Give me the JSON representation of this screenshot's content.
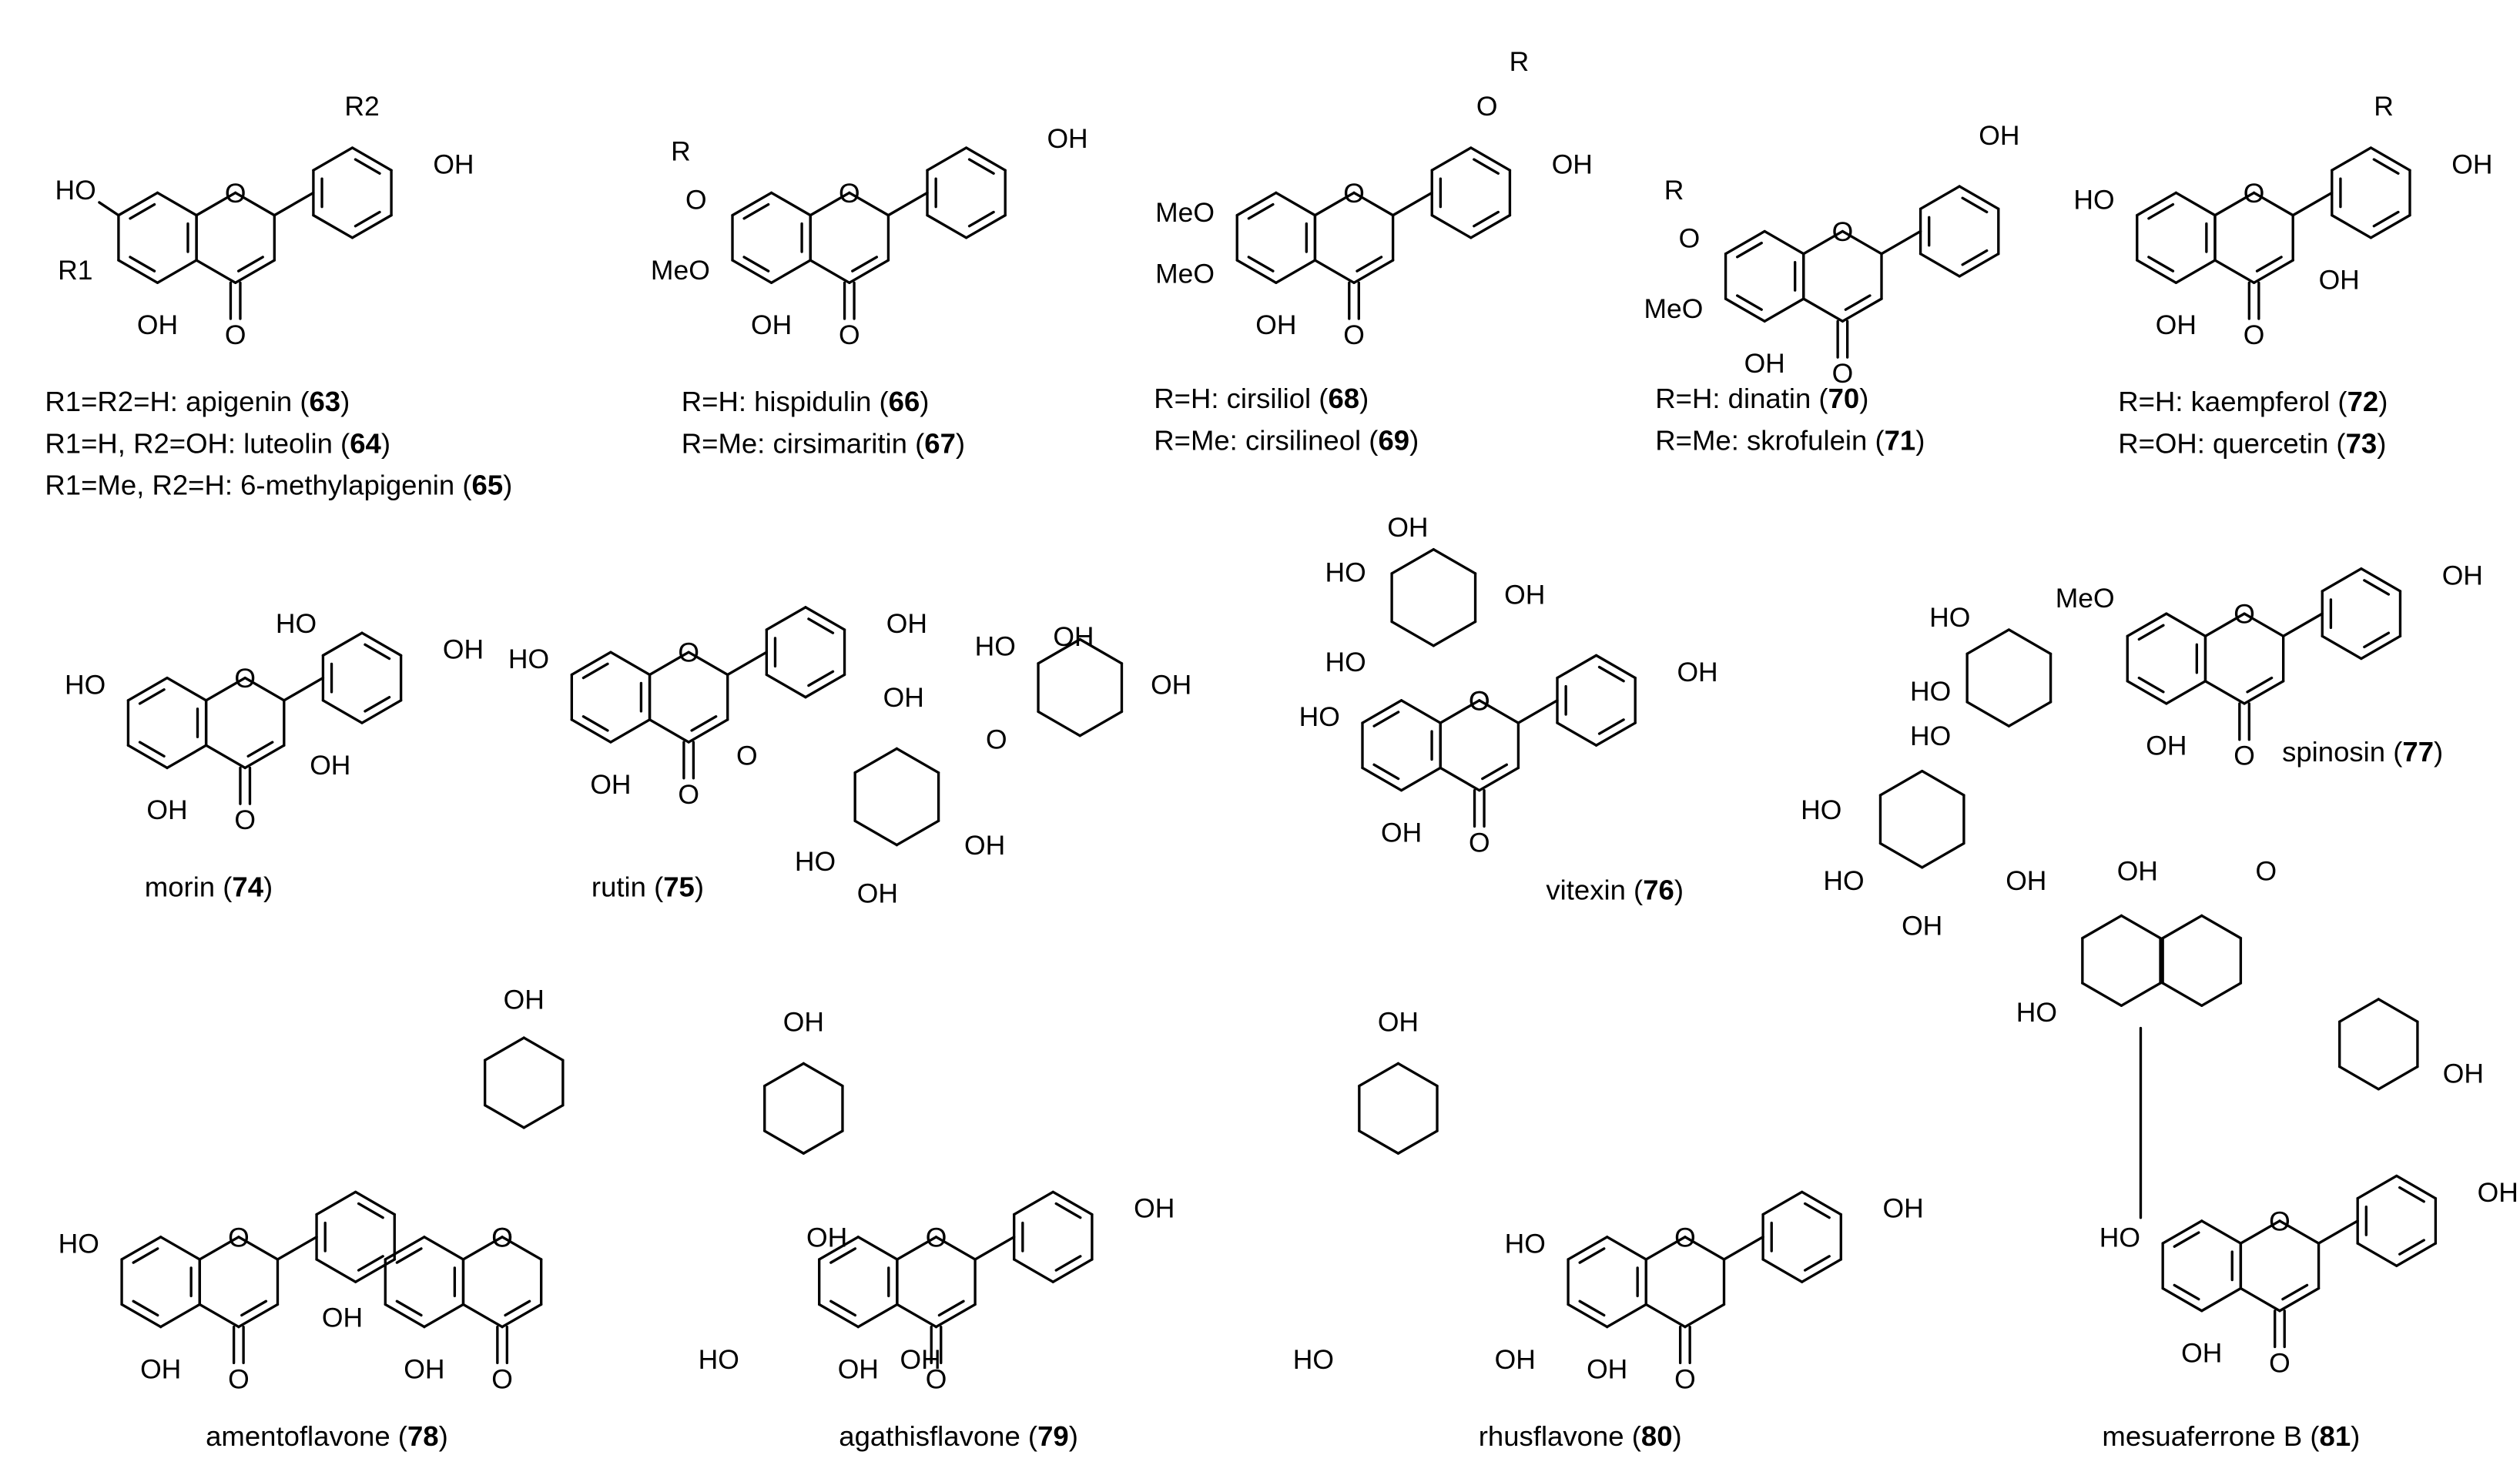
{
  "captions": {
    "c63": {
      "pre": "R1=R2=H:  apigenin (",
      "num": "63",
      "post": ")"
    },
    "c64": {
      "pre": "R1=H, R2=OH:  luteolin (",
      "num": "64",
      "post": ")"
    },
    "c65": {
      "pre": "R1=Me, R2=H:  6-methylapigenin (",
      "num": "65",
      "post": ")"
    },
    "c66": {
      "pre": "R=H:  hispidulin (",
      "num": "66",
      "post": ")"
    },
    "c67": {
      "pre": "R=Me:  cirsimaritin (",
      "num": "67",
      "post": ")"
    },
    "c68": {
      "pre": "R=H:  cirsiliol (",
      "num": "68",
      "post": ")"
    },
    "c69": {
      "pre": "R=Me:  cirsilineol (",
      "num": "69",
      "post": ")"
    },
    "c70": {
      "pre": "R=H:  dinatin (",
      "num": "70",
      "post": ")"
    },
    "c71": {
      "pre": "R=Me:  skrofulein (",
      "num": "71",
      "post": ")"
    },
    "c72": {
      "pre": "R=H:  kaempferol (",
      "num": "72",
      "post": ")"
    },
    "c73": {
      "pre": "R=OH:  quercetin (",
      "num": "73",
      "post": ")"
    },
    "c74": {
      "pre": "morin (",
      "num": "74",
      "post": ")"
    },
    "c75": {
      "pre": "rutin (",
      "num": "75",
      "post": ")"
    },
    "c76": {
      "pre": "vitexin (",
      "num": "76",
      "post": ")"
    },
    "c77": {
      "pre": "spinosin (",
      "num": "77",
      "post": ")"
    },
    "c78": {
      "pre": "amentoflavone (",
      "num": "78",
      "post": ")"
    },
    "c79": {
      "pre": "agathisflavone (",
      "num": "79",
      "post": ")"
    },
    "c80": {
      "pre": "rhusflavone (",
      "num": "80",
      "post": ")"
    },
    "c81": {
      "pre": "mesuaferrone B (",
      "num": "81",
      "post": ")"
    }
  },
  "atom_labels": {
    "oh": "OH",
    "ho": "HO",
    "o": "O",
    "meo": "MeO",
    "r": "R",
    "r1": "R1",
    "r2": "R2"
  }
}
